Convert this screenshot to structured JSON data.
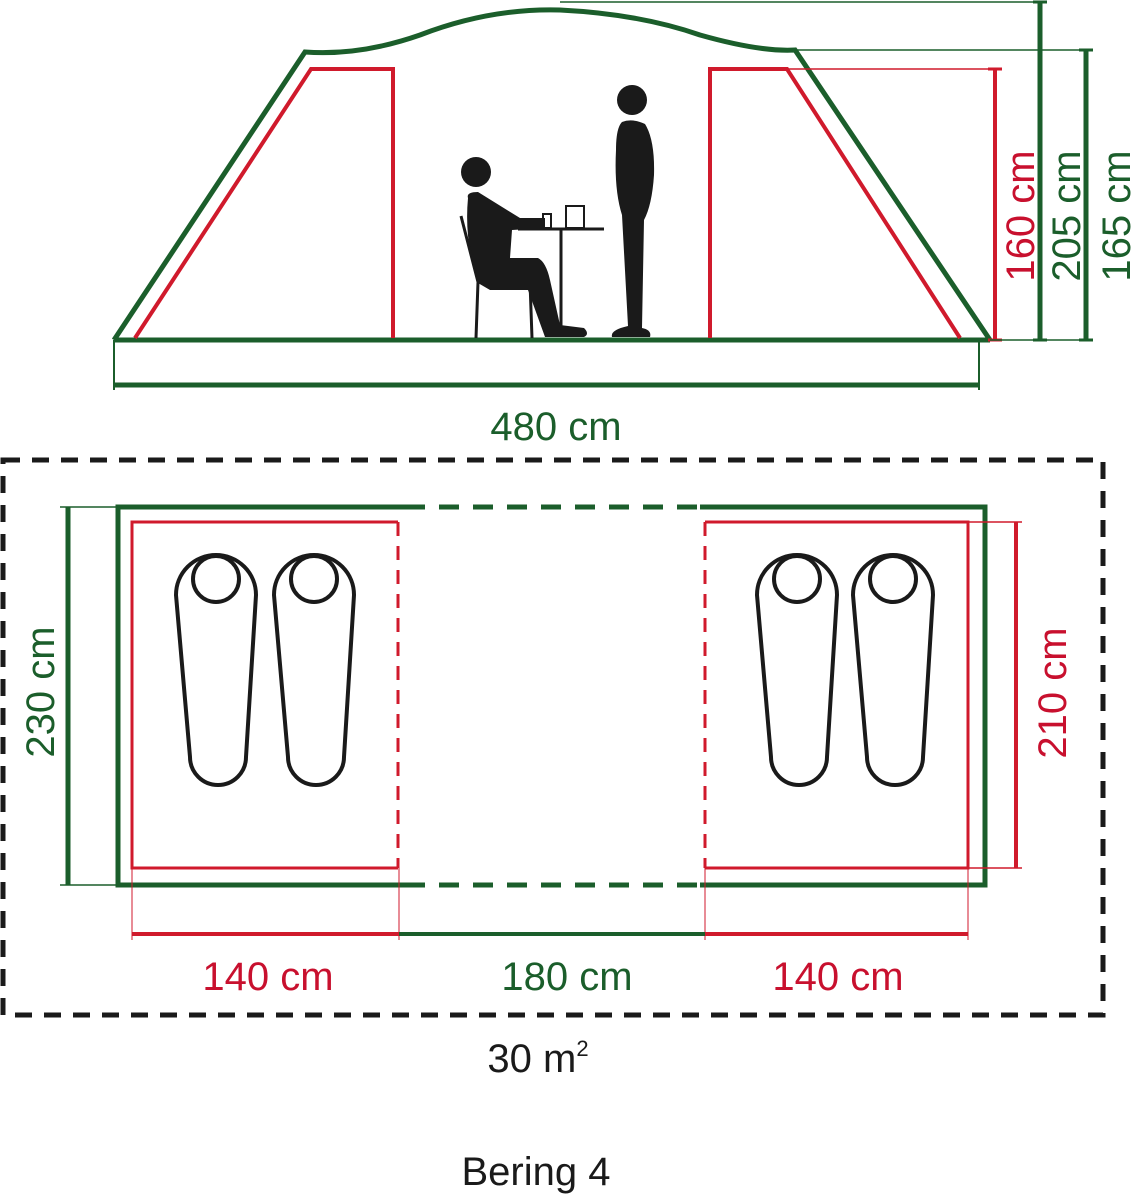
{
  "title": "Bering 4",
  "colors": {
    "outer_tent": "#1b5e2b",
    "inner_tent": "#c8102e",
    "figures": "#1a1a1a",
    "footprint": "#1a1a1a"
  },
  "side_view": {
    "length": "480 cm",
    "inner_height": "160 cm",
    "peak_height": "205 cm",
    "end_height": "165 cm",
    "figures": [
      "seated-person-at-table",
      "standing-person"
    ]
  },
  "floor_plan": {
    "total_width": "230 cm",
    "bedroom_depth": "210 cm",
    "bedroom_left_width": "140 cm",
    "living_area_width": "180 cm",
    "bedroom_right_width": "140 cm",
    "sleeping_bags_per_bedroom": 2,
    "footprint_area": "30 m",
    "footprint_area_sup": "2"
  }
}
